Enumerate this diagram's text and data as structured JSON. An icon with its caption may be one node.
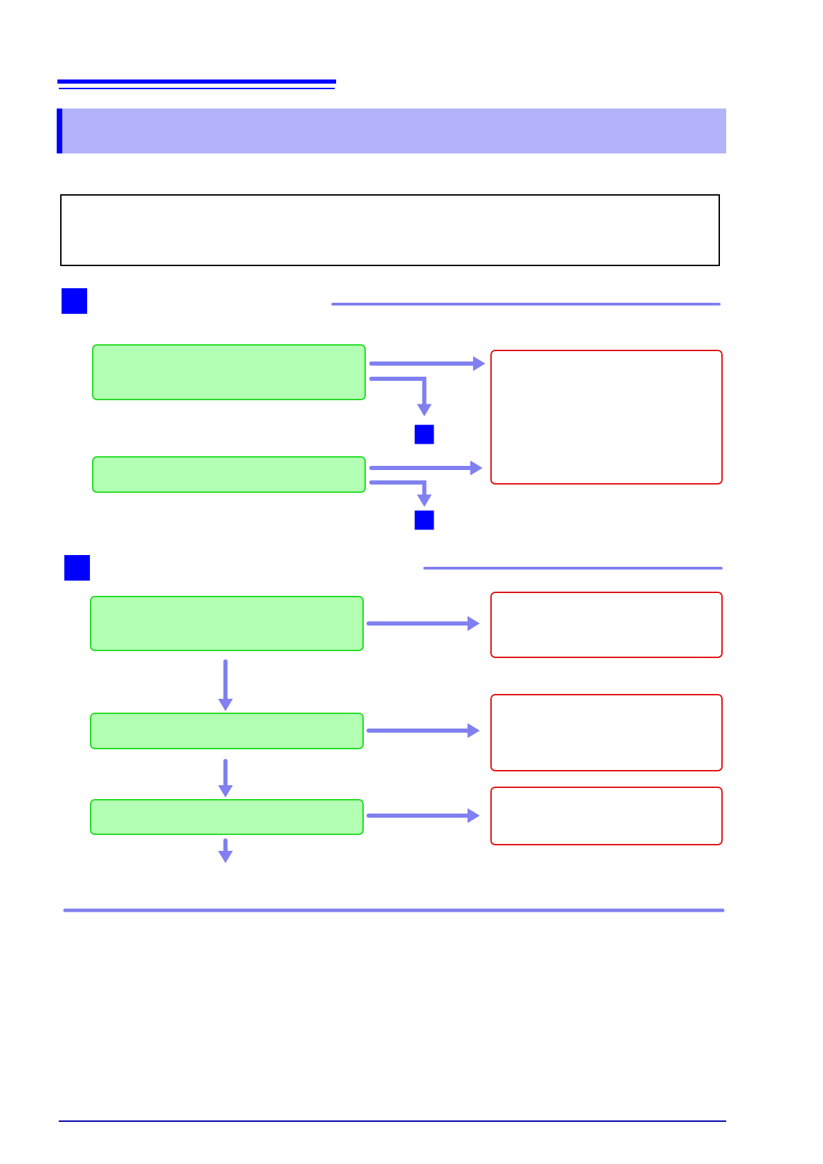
{
  "diagram": {
    "nodes": [
      {
        "text": [],
        "shape": "box"
      },
      {
        "text": [],
        "shape": "box"
      },
      {
        "text": [],
        "shape": "box"
      },
      {
        "text": [],
        "shape": "box"
      },
      {
        "text": [],
        "shape": "box"
      },
      {
        "text": [],
        "shape": "box"
      },
      {
        "text": [],
        "shape": "box"
      },
      {
        "text": [],
        "shape": "box"
      },
      {
        "text": [],
        "shape": "box"
      },
      {
        "text": [],
        "shape": "box"
      },
      {
        "text": [],
        "shape": "box"
      }
    ],
    "edges": [
      {
        "from": 0,
        "to": 1,
        "arrow": "to"
      },
      {
        "from": 0,
        "to": 2,
        "arrow": "to"
      },
      {
        "from": 3,
        "to": 1,
        "arrow": "to"
      },
      {
        "from": 3,
        "to": 4,
        "arrow": "to"
      },
      {
        "from": 5,
        "to": 6,
        "arrow": "to"
      },
      {
        "from": 5,
        "to": 7,
        "arrow": "to"
      },
      {
        "from": 7,
        "to": 8,
        "arrow": "to"
      },
      {
        "from": 7,
        "to": 9,
        "arrow": "to"
      },
      {
        "from": 9,
        "to": 10,
        "arrow": "to"
      },
      {
        "from": 9,
        "to": null,
        "arrow": "to"
      }
    ]
  }
}
